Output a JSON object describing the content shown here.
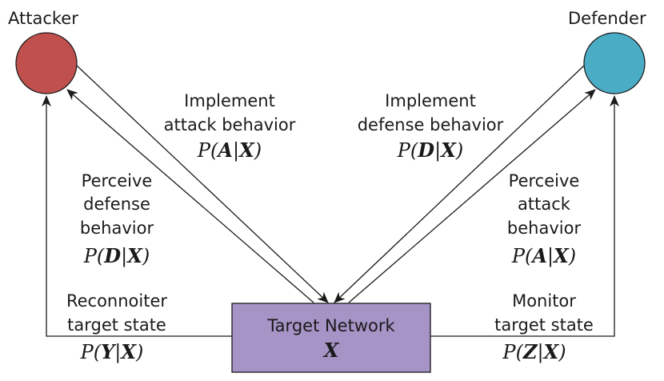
{
  "nodes": {
    "attacker": {
      "label": "Attacker",
      "color": "#c0504d"
    },
    "defender": {
      "label": "Defender",
      "color": "#4bacc6"
    },
    "target": {
      "label": "Target Network",
      "symbol": "X",
      "color": "#a794c7"
    }
  },
  "edges": {
    "implement_attack": {
      "line1": "Implement",
      "line2": "attack behavior",
      "formula": {
        "P": "P(",
        "var": "A",
        "bar": "|",
        "cond": "X",
        "close": ")"
      }
    },
    "implement_defense": {
      "line1": "Implement",
      "line2": "defense behavior",
      "formula": {
        "P": "P(",
        "var": "D",
        "bar": "|",
        "cond": "X",
        "close": ")"
      }
    },
    "perceive_defense": {
      "line1": "Perceive",
      "line2": "defense",
      "line3": "behavior",
      "formula": {
        "P": "P(",
        "var": "D",
        "bar": "|",
        "cond": "X",
        "close": ")"
      }
    },
    "perceive_attack": {
      "line1": "Perceive",
      "line2": "attack",
      "line3": "behavior",
      "formula": {
        "P": "P(",
        "var": "A",
        "bar": "|",
        "cond": "X",
        "close": ")"
      }
    },
    "reconnoiter": {
      "line1": "Reconnoiter",
      "line2": "target state",
      "formula": {
        "P": "P(",
        "var": "Y",
        "bar": "|",
        "cond": "X",
        "close": ")"
      }
    },
    "monitor": {
      "line1": "Monitor",
      "line2": "target state",
      "formula": {
        "P": "P(",
        "var": "Z",
        "bar": "|",
        "cond": "X",
        "close": ")"
      }
    }
  }
}
